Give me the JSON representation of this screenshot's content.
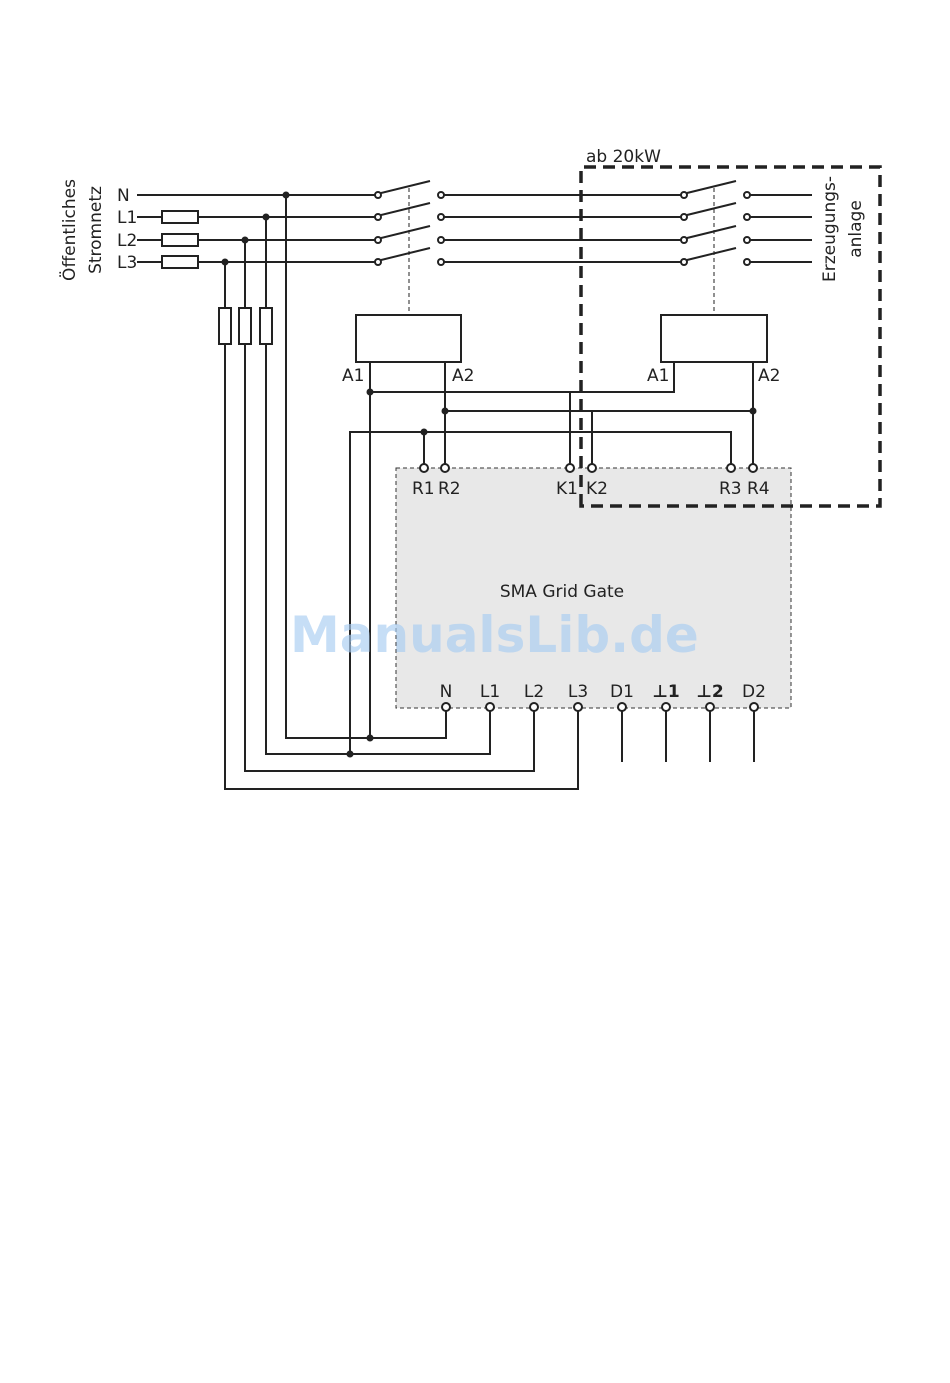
{
  "labels": {
    "grid_line1": "Öffentliches",
    "grid_line2": "Stromnetz",
    "gen_line1": "Erzeugungs-",
    "gen_line2": "anlage",
    "zone": "ab 20kW",
    "device": "SMA Grid Gate",
    "watermark": "ManualsLib.de"
  },
  "phases": [
    "N",
    "L1",
    "L2",
    "L3"
  ],
  "contactor_left": {
    "a1": "A1",
    "a2": "A2"
  },
  "contactor_right": {
    "a1": "A1",
    "a2": "A2"
  },
  "top_terminals": [
    "R1",
    "R2",
    "K1",
    "K2",
    "R3",
    "R4"
  ],
  "bottom_terminals": [
    "N",
    "L1",
    "L2",
    "L3",
    "D1",
    "⊥1",
    "⊥2",
    "D2"
  ],
  "colors": {
    "line": "#222222",
    "device_fill": "#e8e8e8",
    "watermark": "#a9cdf2"
  }
}
